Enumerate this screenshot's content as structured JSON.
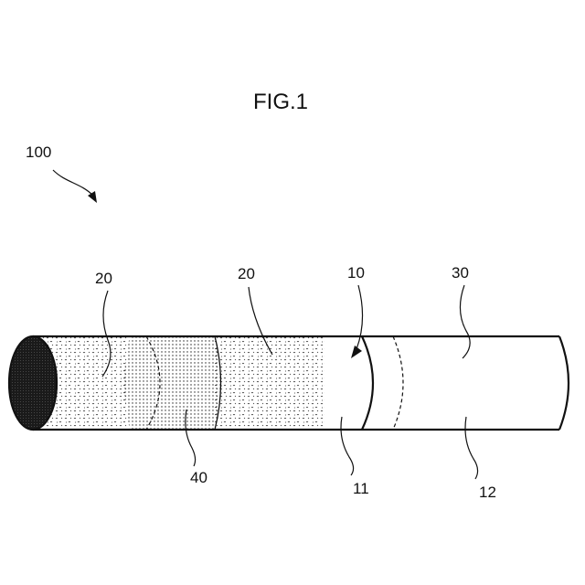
{
  "figure": {
    "title": "FIG.1",
    "labels": {
      "device": "100",
      "medium_left": "20",
      "medium_right": "20",
      "partition": "10",
      "outer_segment": "30",
      "cooling": "40",
      "first_part": "11",
      "second_part": "12"
    }
  }
}
